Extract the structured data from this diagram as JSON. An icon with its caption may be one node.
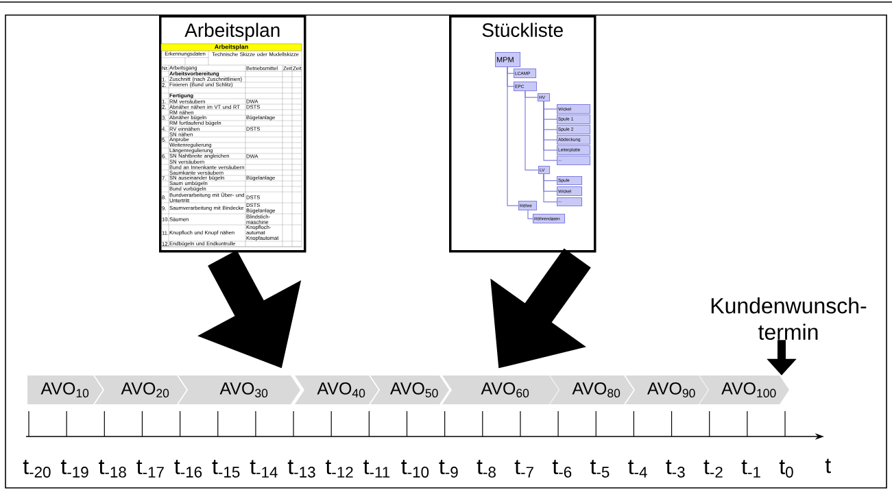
{
  "diagram": {
    "nodes": [
      {
        "text": [
          "Arbeitsplan"
        ]
      },
      {
        "text": [
          "Stückliste"
        ]
      },
      {
        "text": [
          "MPM"
        ],
        "in": 1
      },
      {
        "text": [
          "LCAMP"
        ],
        "in": 1
      },
      {
        "text": [
          "EPC"
        ],
        "in": 1
      },
      {
        "text": [
          "HV"
        ],
        "in": 1
      },
      {
        "text": [
          "Wickel"
        ],
        "in": 1
      },
      {
        "text": [
          "Spule 1"
        ],
        "in": 1
      },
      {
        "text": [
          "Spule 2"
        ],
        "in": 1
      },
      {
        "text": [
          "Abdeckung"
        ],
        "in": 1
      },
      {
        "text": [
          "Leiterplatte"
        ],
        "in": 1
      },
      {
        "text": [
          "..."
        ],
        "in": 1
      },
      {
        "text": [
          "LV"
        ],
        "in": 1
      },
      {
        "text": [
          "Spule"
        ],
        "in": 1
      },
      {
        "text": [
          "Wickel"
        ],
        "in": 1
      },
      {
        "text": [
          "..."
        ],
        "in": 1
      },
      {
        "text": [
          "Röhre"
        ],
        "in": 1
      },
      {
        "text": [
          "Röhrendaten"
        ],
        "in": 1
      },
      {
        "text": [
          "Kundenwunsch-termin"
        ]
      },
      {
        "text": [
          "AVO$_{10}$"
        ]
      },
      {
        "text": [
          "AVO$_{20}$"
        ]
      },
      {
        "text": [
          "AVO$_{30}$"
        ]
      },
      {
        "text": [
          "AVO$_{40}$"
        ]
      },
      {
        "text": [
          "AVO$_{50}$"
        ]
      },
      {
        "text": [
          "AVO$_{60}$"
        ]
      },
      {
        "text": [
          "AVO$_{80}$"
        ]
      },
      {
        "text": [
          "AVO$_{90}$"
        ]
      },
      {
        "text": [
          "AVO$_{100}$"
        ]
      }
    ],
    "edges": [
      {
        "from": 2,
        "to": 3,
        "arrow": "none"
      },
      {
        "from": 2,
        "to": 4,
        "arrow": "none"
      },
      {
        "from": 4,
        "to": 5,
        "arrow": "none"
      },
      {
        "from": 5,
        "to": 6,
        "arrow": "none"
      },
      {
        "from": 5,
        "to": 7,
        "arrow": "none"
      },
      {
        "from": 5,
        "to": 8,
        "arrow": "none"
      },
      {
        "from": 5,
        "to": 9,
        "arrow": "none"
      },
      {
        "from": 5,
        "to": 10,
        "arrow": "none"
      },
      {
        "from": 5,
        "to": 11,
        "arrow": "none"
      },
      {
        "from": 4,
        "to": 12,
        "arrow": "none"
      },
      {
        "from": 12,
        "to": 13,
        "arrow": "none"
      },
      {
        "from": 12,
        "to": 14,
        "arrow": "none"
      },
      {
        "from": 12,
        "to": 15,
        "arrow": "none"
      },
      {
        "from": 2,
        "to": 16,
        "arrow": "none"
      },
      {
        "from": 16,
        "to": 17,
        "arrow": "none"
      },
      {
        "from": 0,
        "to": 21,
        "arrow": "to",
        "style": "thick",
        "color": "#000000"
      },
      {
        "from": 1,
        "to": 24,
        "arrow": "to",
        "style": "thick",
        "color": "#000000"
      },
      {
        "from": 18,
        "to": 27,
        "arrow": "to",
        "style": "thick",
        "color": "#000000"
      }
    ],
    "labels": [
      "Arbeitsplan",
      "Erkennungsdaten",
      "Technische Skizze oder Modellskizze",
      "Nr.",
      "Arbeitsgang",
      "Betriebsmittel",
      "Zeit",
      "Zeit",
      "Arbeitsvorbereitung",
      "1.",
      "Zuschnitt (nach Zuschnittlinien)",
      "2.",
      "Fixieren (Bund und Schlitz)",
      "Fertigung",
      "1.",
      "RM versäubern",
      "DWA",
      "2.",
      "Abnäher nähen im VT und RT",
      "DSTS",
      "RM nähen",
      "3.",
      "Abnäher bügeln",
      "Bügelanlage",
      "RM fortlaufend bügeln",
      "4.",
      "RV einnähen",
      "DSTS",
      "SN nähen",
      "5.",
      "Anprobe",
      "Weitenregulierung",
      "Längenregulierung",
      "6.",
      "SN Nahtbreite angleichen",
      "DWA",
      "SN versäubern",
      "Bund an Innenkante versäubern",
      "Saumkante versäubern",
      "7.",
      "SN auseinander bügeln",
      "Bügelanlage",
      "Saum umbügeln",
      "Bund vorbügeln",
      "8.",
      "Bundverarbeitung mit Über- und Untertritt",
      "DSTS",
      "9.",
      "Saumverarbeitung mit Bindecke",
      "DSTS Bügelanlage",
      "10.",
      "Säumen",
      "Blindstich-maschine",
      "11.",
      "Knopfloch und Knopf nähen",
      "Knopfloch-automat Knopfautomat",
      "12.",
      "Endbügeln und Endkontrolle",
      "t$_{-20}$",
      "t$_{-19}$",
      "t$_{-18}$",
      "t$_{-17}$",
      "t$_{-16}$",
      "t$_{-15}$",
      "t$_{-14}$",
      "t$_{-13}$",
      "t$_{-12}$",
      "t$_{-11}$",
      "t$_{-10}$",
      "t$_{-9}$",
      "t$_{-8}$",
      "t$_{-7}$",
      "t$_{-6}$",
      "t$_{-5}$",
      "t$_{-4}$",
      "t$_{-3}$",
      "t$_{-2}$",
      "t$_{-1}$",
      "t$_{0}$",
      "t"
    ]
  }
}
